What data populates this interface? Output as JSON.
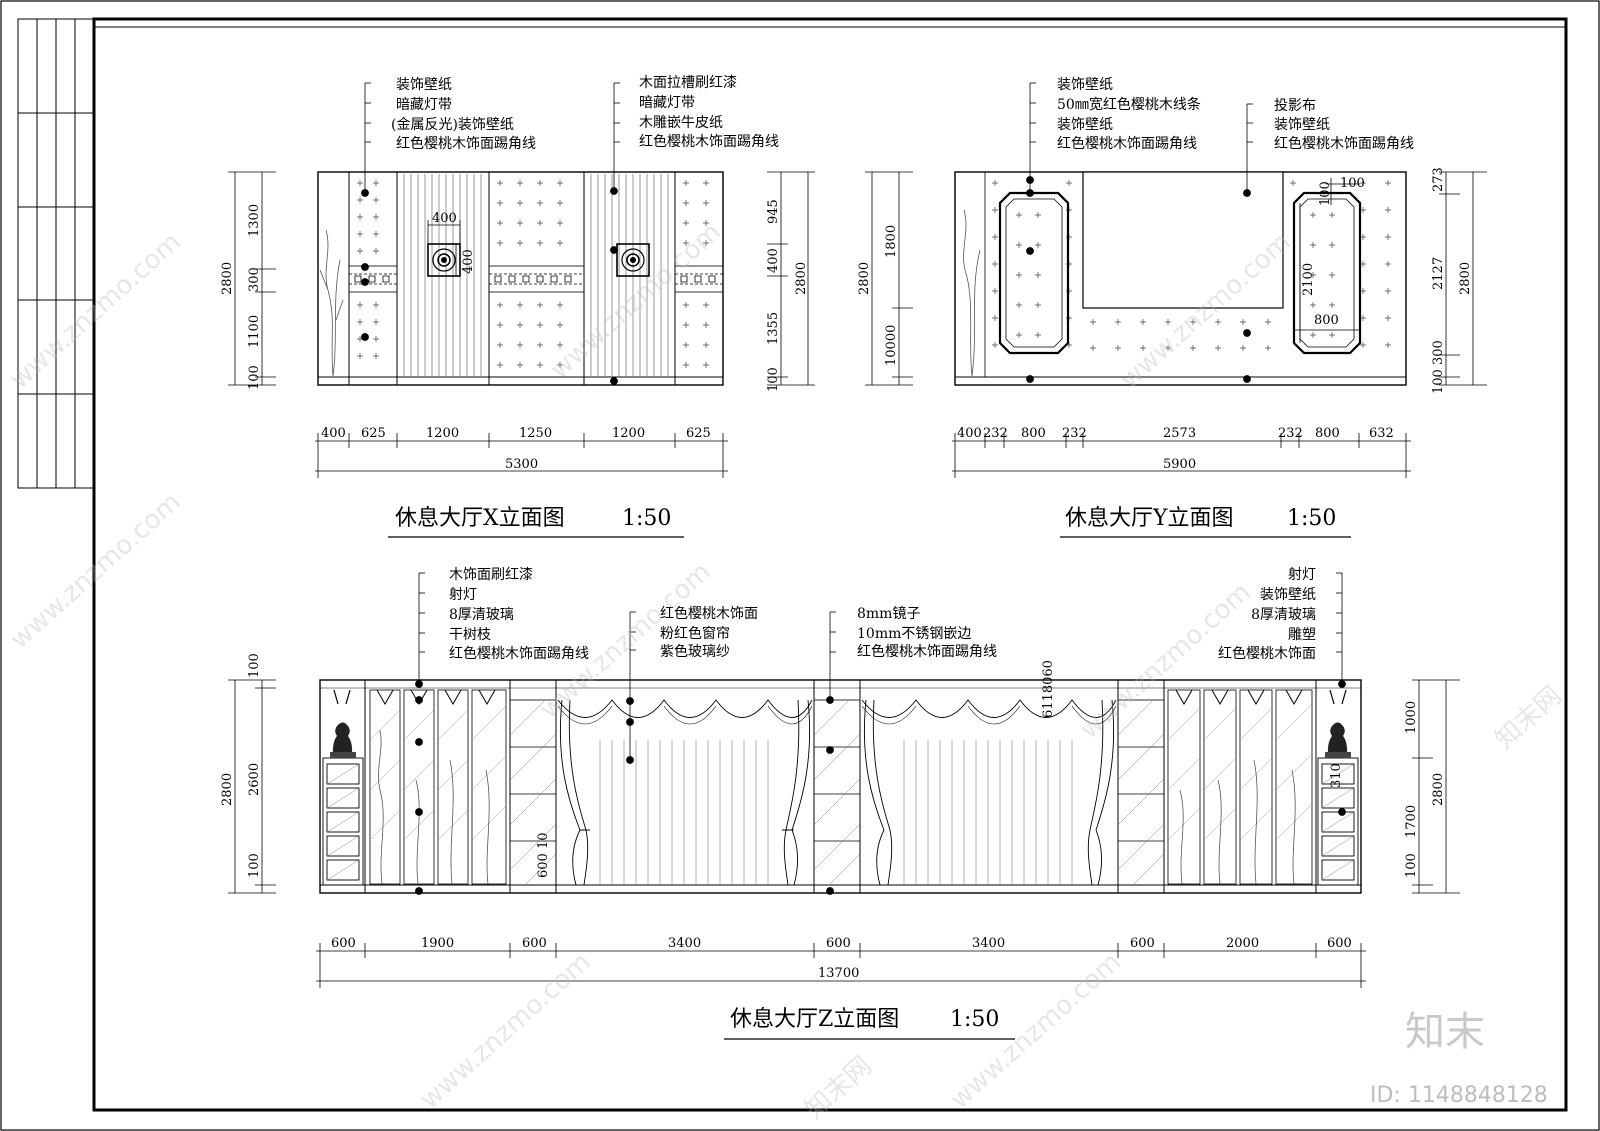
{
  "drawing_x": {
    "title": "休息大厅X立面图",
    "scale": "1:50",
    "callouts_left": [
      "装饰壁纸",
      "暗藏灯带",
      "(金属反光)装饰壁纸",
      "红色樱桃木饰面踢角线"
    ],
    "callouts_right": [
      "木面拉槽刷红漆",
      "暗藏灯带",
      "木雕嵌牛皮纸",
      "红色樱桃木饰面踢角线"
    ],
    "left_dims": [
      "1300",
      "300",
      "1100",
      "100"
    ],
    "left_total": "2800",
    "right_dims": [
      "945",
      "400",
      "1355",
      "100"
    ],
    "right_total": "2800",
    "inner_dims": [
      "400",
      "400"
    ],
    "bottom_dims": [
      "400",
      "625",
      "1200",
      "1250",
      "1200",
      "625"
    ],
    "bottom_total": "5300"
  },
  "drawing_y": {
    "title": "休息大厅Y立面图",
    "scale": "1:50",
    "callouts_left": [
      "装饰壁纸",
      "50㎜宽红色樱桃木线条",
      "装饰壁纸",
      "红色樱桃木饰面踢角线"
    ],
    "callouts_right": [
      "投影布",
      "装饰壁纸",
      "红色樱桃木饰面踢角线"
    ],
    "left_dims": [
      "1800",
      "10000"
    ],
    "left_total": "2800",
    "right_dims": [
      "273",
      "2127",
      "100 300"
    ],
    "right_total": "2800",
    "inner_dims": [
      "100",
      "100",
      "2100",
      "800"
    ],
    "bottom_dims": [
      "400",
      "232",
      "800",
      "232",
      "2573",
      "232",
      "800",
      "632"
    ],
    "bottom_total": "5900"
  },
  "drawing_z": {
    "title": "休息大厅Z立面图",
    "scale": "1:50",
    "callouts_a": [
      "木饰面刷红漆",
      "射灯",
      "8厚清玻璃",
      "干树枝",
      "红色樱桃木饰面踢角线"
    ],
    "callouts_b": [
      "红色樱桃木饰面",
      "粉红色窗帘",
      "紫色玻璃纱"
    ],
    "callouts_c": [
      "8mm镜子",
      "10mm不锈钢嵌边",
      "红色樱桃木饰面踢角线"
    ],
    "callouts_d": [
      "射灯",
      "装饰壁纸",
      "8厚清玻璃",
      "雕塑",
      "红色樱桃木饰面"
    ],
    "left_dims": [
      "100",
      "2600",
      "100"
    ],
    "left_total": "2800",
    "right_dims": [
      "1000",
      "1700",
      "100"
    ],
    "right_total": "2800",
    "inner_dims": [
      "600 10",
      "310",
      "6118060"
    ],
    "bottom_dims": [
      "600",
      "1900",
      "600",
      "3400",
      "600",
      "3400",
      "600",
      "2000",
      "600"
    ],
    "bottom_total": "13700"
  },
  "watermark": {
    "site": "www.znzmo.com",
    "brand": "知末网",
    "logo": "知末",
    "id": "ID: 1148848128"
  }
}
